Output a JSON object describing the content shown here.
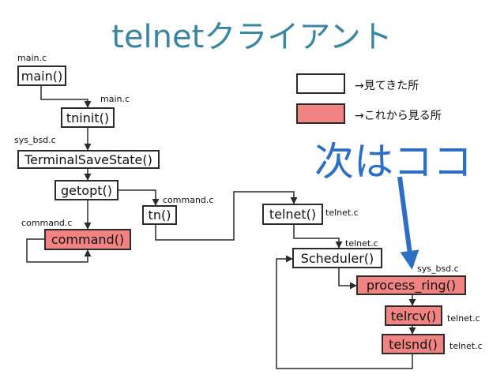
{
  "title": "telnetクライアント",
  "functions": {
    "main": "main()",
    "tninit": "tninit()",
    "terminal_save_state": "TerminalSaveState()",
    "getopt": "getopt()",
    "command": "command()",
    "tn": "tn()",
    "telnet": "telnet()",
    "scheduler": "Scheduler()",
    "process_ring": "process_ring()",
    "telrcv": "telrcv()",
    "telsnd": "telsnd()"
  },
  "files": {
    "main_top": "main.c",
    "main_tninit": "main.c",
    "sys_bsd_terminal": "sys_bsd.c",
    "command_tn": "command.c",
    "command_cmd": "command.c",
    "telnet_telnet": "telnet.c",
    "telnet_scheduler": "telnet.c",
    "sys_bsd_process": "sys_bsd.c",
    "telnet_telrcv": "telnet.c",
    "telnet_telsnd": "telnet.c"
  },
  "legend": {
    "seen": "→見てきた所",
    "upcoming": "→これから見る所"
  },
  "callout": "次はココ",
  "colors": {
    "title": "#3a87a4",
    "highlight": "#f28383",
    "callout": "#2d6fc4",
    "arrow": "#2d6fc4",
    "line": "#2b2b2b"
  }
}
